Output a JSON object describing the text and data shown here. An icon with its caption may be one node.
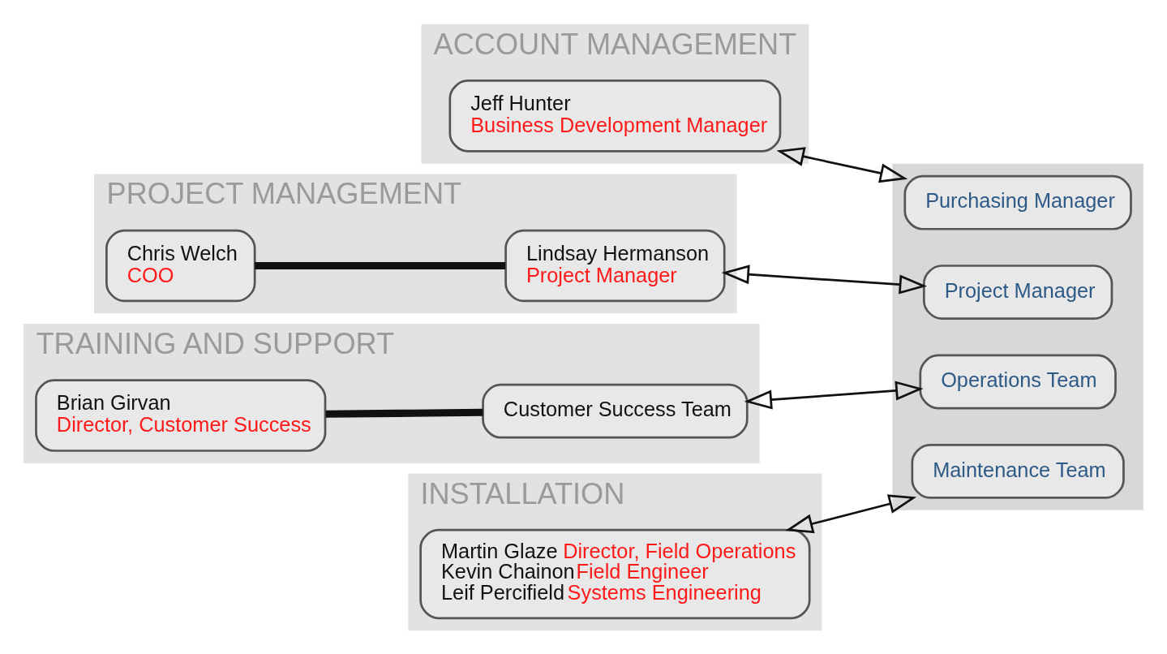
{
  "diagram": {
    "nodes": [
      {
        "text": [
          "ACCOUNT MANAGEMENT"
        ]
      },
      {
        "text": [
          "Jeff Hunter",
          "Business Development Manager"
        ],
        "in": 0
      },
      {
        "text": [
          "PROJECT MANAGEMENT"
        ]
      },
      {
        "text": [
          "Chris Welch",
          "COO"
        ],
        "in": 2
      },
      {
        "text": [
          "Lindsay Hermanson",
          "Project Manager"
        ],
        "in": 2
      },
      {
        "text": [
          "TRAINING AND SUPPORT"
        ]
      },
      {
        "text": [
          "Brian Girvan",
          "Director, Customer Success"
        ],
        "in": 5
      },
      {
        "text": [
          "Customer Success Team"
        ],
        "in": 5
      },
      {
        "text": [
          "INSTALLATION"
        ]
      },
      {
        "text": [
          "Martin Glaze",
          "Director, Field Operations",
          "Kevin Chainon",
          "Field Engineer",
          "Leif Percifield",
          "Systems Engineering"
        ],
        "in": 8
      },
      {
        "text": [],
        "shape": "box"
      },
      {
        "text": [
          "Purchasing Manager"
        ],
        "in": 10
      },
      {
        "text": [
          "Project Manager"
        ],
        "in": 10
      },
      {
        "text": [
          "Operations Team"
        ],
        "in": 10
      },
      {
        "text": [
          "Maintenance Team"
        ],
        "in": 10
      }
    ],
    "edges": [
      {
        "from": 1,
        "to": 11,
        "arrow": "both"
      },
      {
        "from": 3,
        "to": 4,
        "arrow": "none",
        "style": "thick"
      },
      {
        "from": 4,
        "to": 12,
        "arrow": "both"
      },
      {
        "from": 6,
        "to": 7,
        "arrow": "none",
        "style": "thick"
      },
      {
        "from": 7,
        "to": 13,
        "arrow": "both"
      },
      {
        "from": 9,
        "to": 14,
        "arrow": "both"
      }
    ]
  }
}
